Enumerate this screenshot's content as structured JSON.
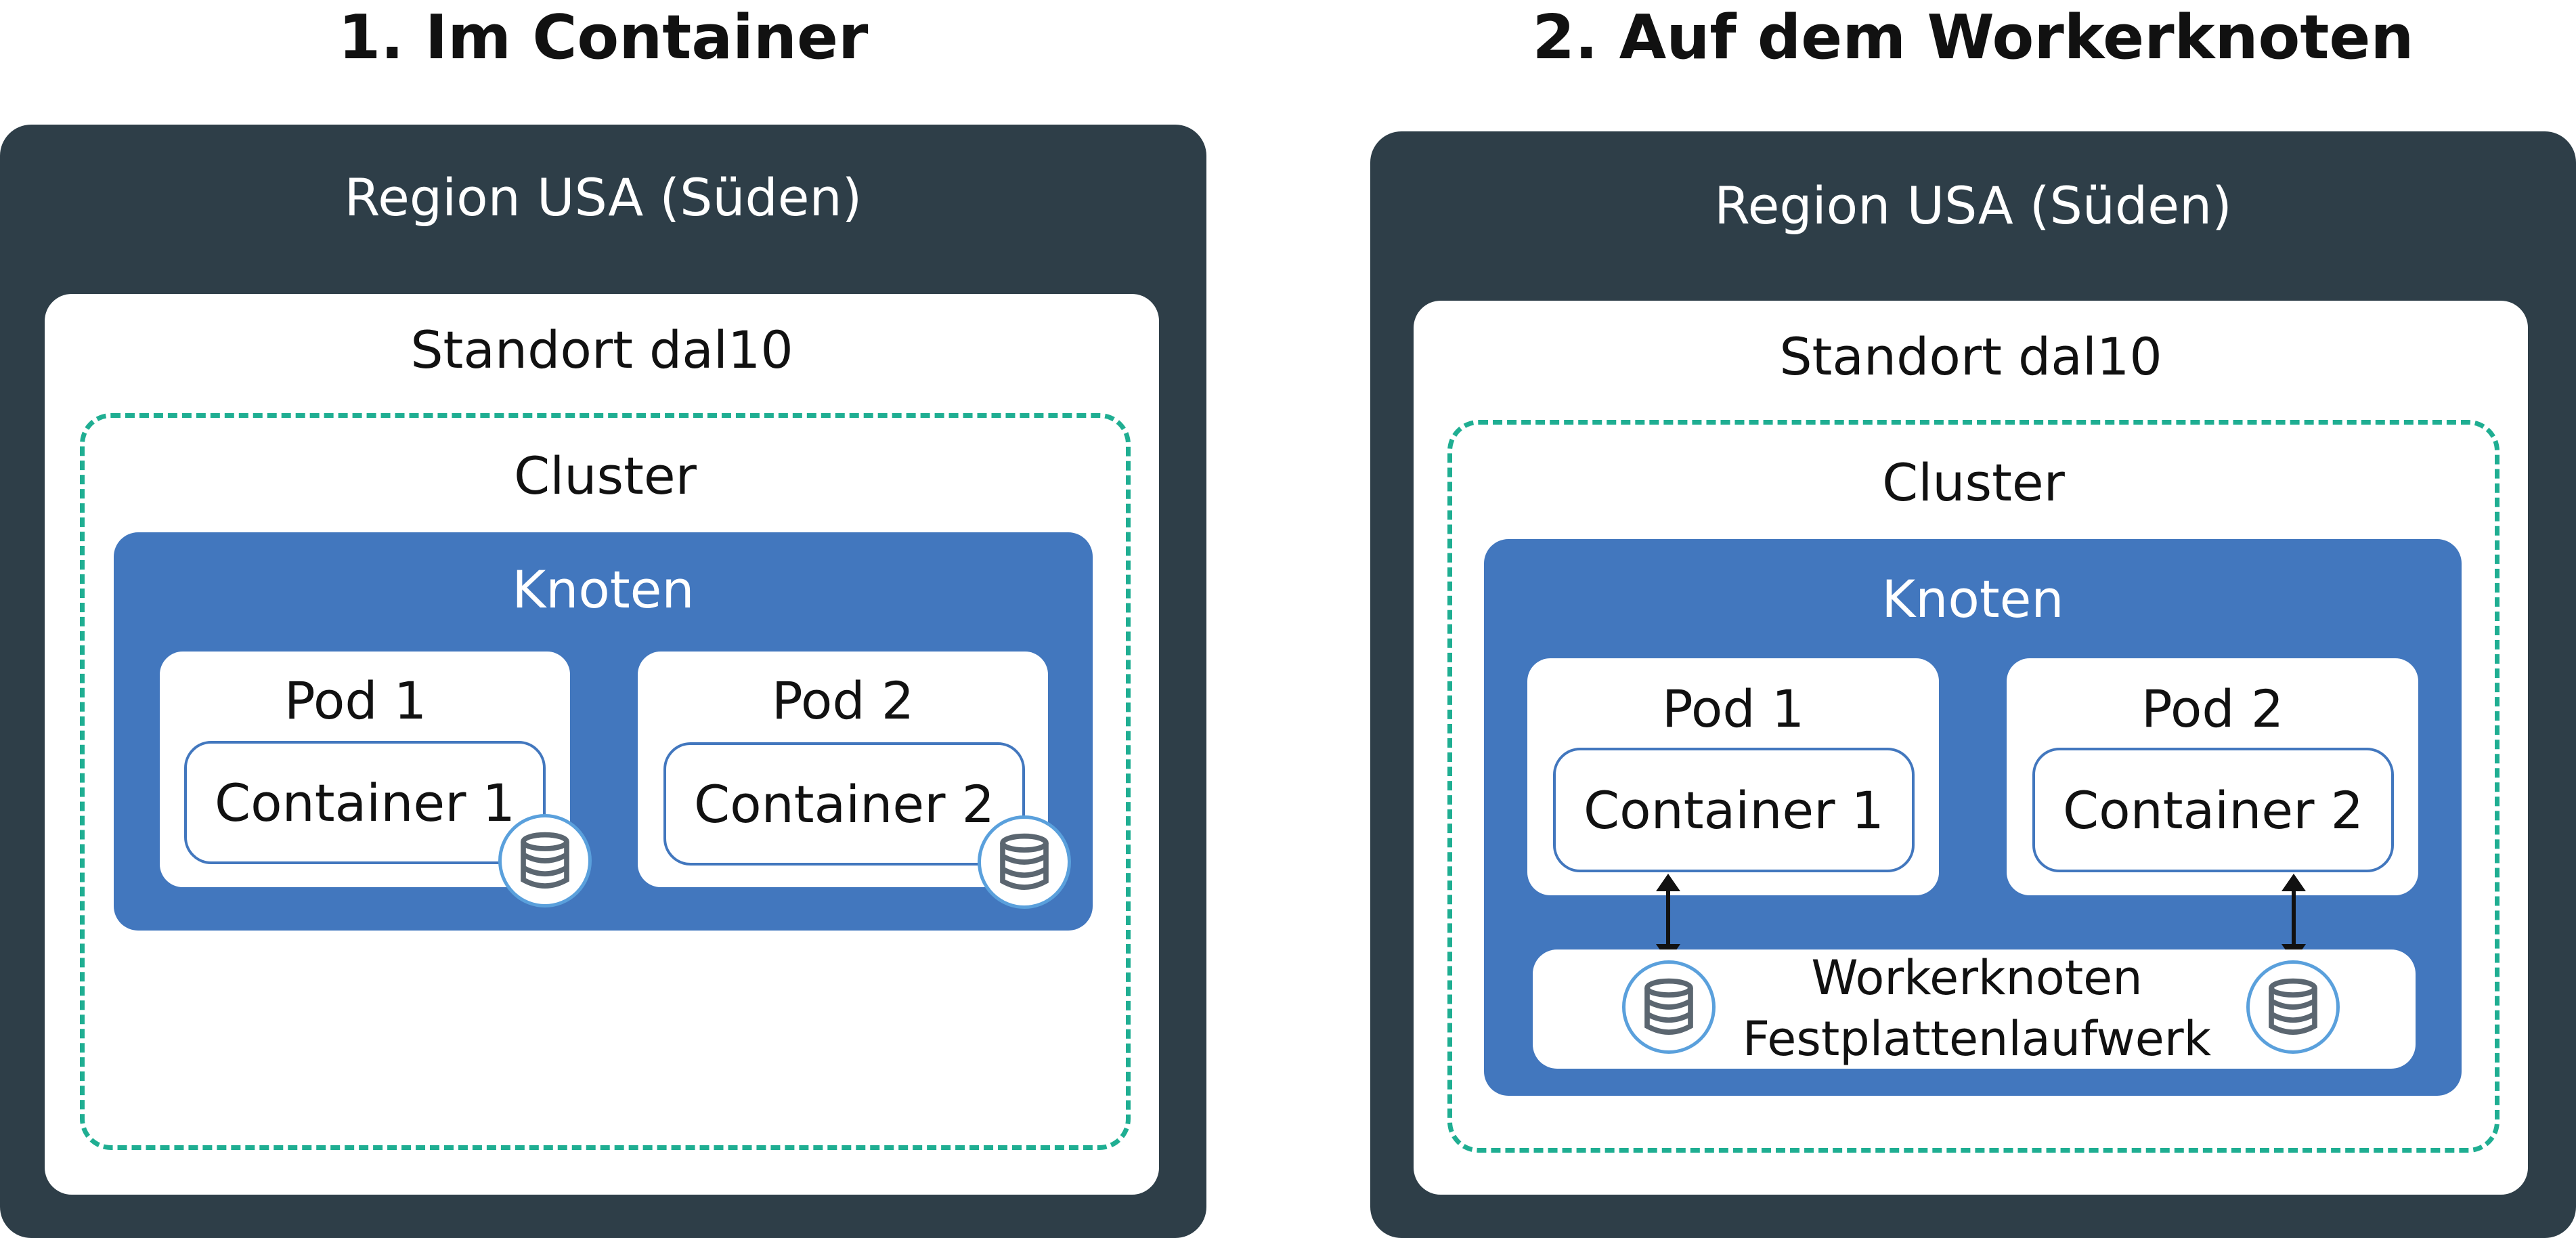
{
  "panels": [
    {
      "heading": "1. Im Container",
      "region": "Region USA (Süden)",
      "location": "Standort dal10",
      "cluster": "Cluster",
      "node": "Knoten",
      "pods": [
        {
          "label": "Pod 1",
          "container": "Container 1"
        },
        {
          "label": "Pod 2",
          "container": "Container 2"
        }
      ]
    },
    {
      "heading": "2. Auf dem Workerknoten",
      "region": "Region USA (Süden)",
      "location": "Standort dal10",
      "cluster": "Cluster",
      "node": "Knoten",
      "pods": [
        {
          "label": "Pod 1",
          "container": "Container 1"
        },
        {
          "label": "Pod 2",
          "container": "Container 2"
        }
      ],
      "worker_disk": {
        "line1": "Workerknoten",
        "line2": "Festplattenlaufwerk"
      }
    }
  ],
  "icons": {
    "storage": "database-icon",
    "connection": "double-arrow-icon"
  },
  "colors": {
    "region_bg": "#2e3e48",
    "node_bg": "#4277be",
    "cluster_border": "#1fae92",
    "disk_border": "#5aa0dc",
    "disk_icon": "#5b6670"
  }
}
